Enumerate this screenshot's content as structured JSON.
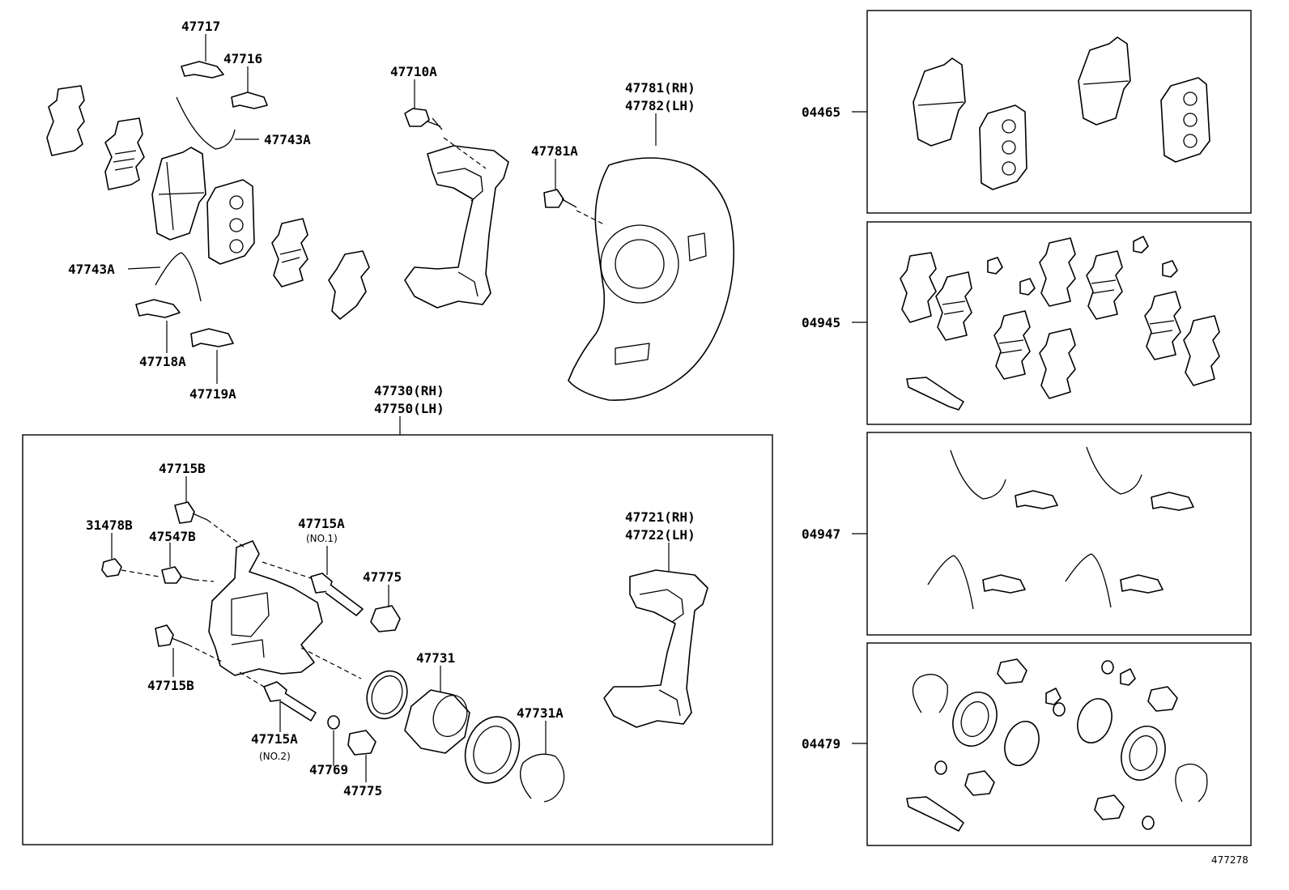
{
  "labels": {
    "p47717": "47717",
    "p47716": "47716",
    "p47743a_top": "47743A",
    "p47743a_mid": "47743A",
    "p47718a": "47718A",
    "p47719a": "47719A",
    "p47710a": "47710A",
    "p47781a": "47781A",
    "p47781rh": "47781(RH)",
    "p47782lh": "47782(LH)",
    "p47730rh": "47730(RH)",
    "p47750lh": "47750(LH)",
    "p47715b_top": "47715B",
    "p31478b": "31478B",
    "p47547b": "47547B",
    "p47715a_top": "47715A",
    "no1": "(NO.1)",
    "p47775_top": "47775",
    "p47721rh": "47721(RH)",
    "p47722lh": "47722(LH)",
    "p47731": "47731",
    "p47731a": "47731A",
    "p47715b_bot": "47715B",
    "p47715a_bot": "47715A",
    "no2": "(NO.2)",
    "p47769": "47769",
    "p47775_bot": "47775",
    "kit04465": "04465",
    "kit04945": "04945",
    "kit04947": "04947",
    "kit04479": "04479",
    "diagram_id": "477278"
  }
}
